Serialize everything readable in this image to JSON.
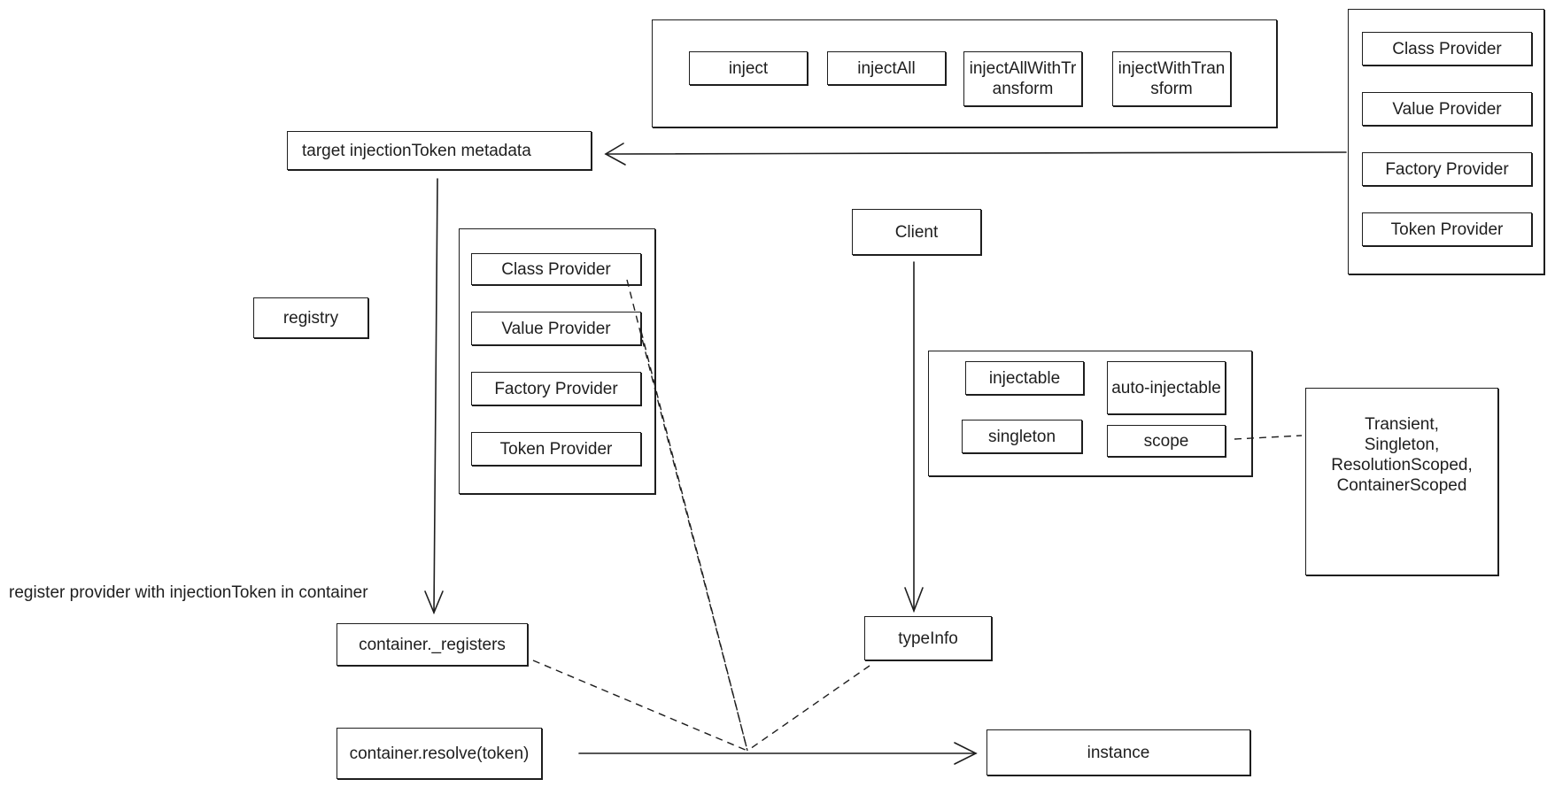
{
  "decorators_group": {
    "items": [
      "inject",
      "injectAll",
      "injectAllWithTransform",
      "injectWithTransform"
    ]
  },
  "providers_right": {
    "items": [
      "Class Provider",
      "Value Provider",
      "Factory Provider",
      "Token Provider"
    ]
  },
  "providers_center": {
    "items": [
      "Class Provider",
      "Value Provider",
      "Factory Provider",
      "Token Provider"
    ]
  },
  "target_metadata": "target injectionToken metadata",
  "registry": "registry",
  "client": "Client",
  "class_decorators": {
    "injectable": "injectable",
    "auto_injectable": "auto-injectable",
    "singleton": "singleton",
    "scope": "scope"
  },
  "scope_values": [
    "Transient,",
    "Singleton,",
    "ResolutionScoped,",
    "ContainerScoped"
  ],
  "register_note": "register provider with injectionToken in container",
  "container_registers": "container._registers",
  "type_info": "typeInfo",
  "container_resolve": "container.resolve(token)",
  "instance": "instance"
}
